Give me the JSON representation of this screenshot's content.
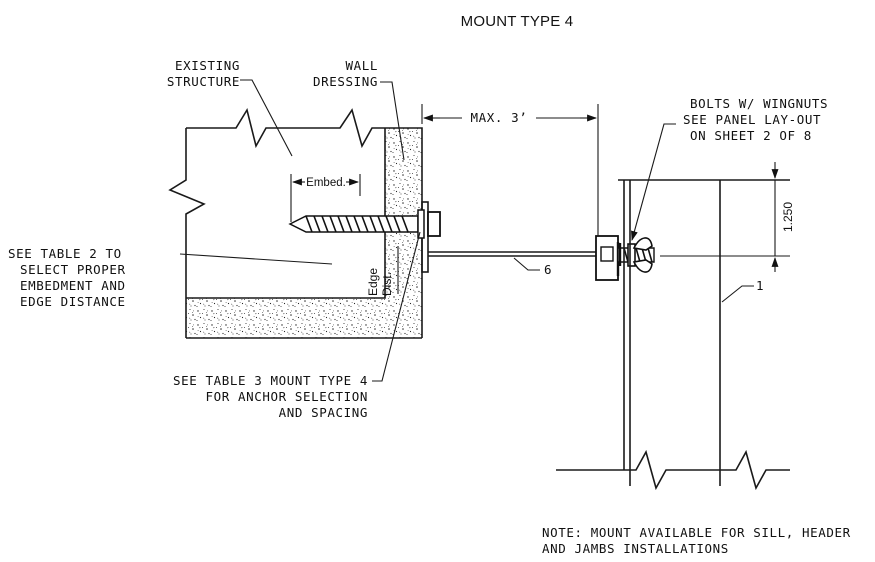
{
  "title": "MOUNT TYPE 4",
  "labels": {
    "existing_structure": [
      "EXISTING",
      "STRUCTURE"
    ],
    "wall_dressing": [
      "WALL",
      "DRESSING"
    ],
    "max_dim": "MAX. 3’",
    "bolts_note": [
      "BOLTS W/ WINGNUTS",
      "SEE PANEL LAY-OUT",
      "ON SHEET 2 OF 8"
    ],
    "embed": "Embed.",
    "edge_dist": [
      "Edge",
      "Dist."
    ],
    "dim_1250": "1.250",
    "table2_note": [
      "SEE TABLE 2 TO",
      "SELECT PROPER",
      "EMBEDMENT AND",
      "EDGE DISTANCE"
    ],
    "callout_6": "6",
    "callout_1": "1",
    "table3_note": [
      "SEE TABLE 3 MOUNT TYPE 4",
      "FOR ANCHOR SELECTION",
      "AND SPACING"
    ],
    "bottom_note": [
      "NOTE: MOUNT AVAILABLE FOR SILL, HEADER",
      "AND JAMBS INSTALLATIONS"
    ]
  }
}
